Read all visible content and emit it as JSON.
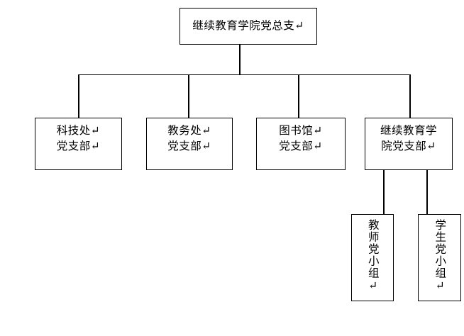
{
  "diagram": {
    "type": "organization-chart",
    "orientation": "top-down",
    "line_color": "#000000",
    "box_border_color": "#000000",
    "box_fill_color": "#ffffff",
    "background_color": "#ffffff",
    "pilcrow": "↵"
  },
  "nodes": {
    "root": {
      "id": "root",
      "label": "继续教育学院党总支↵",
      "text_plain": "继续教育学院党总支",
      "lines": [
        "继续教育学院党总支↵"
      ],
      "level": 1,
      "text_direction": "horizontal"
    },
    "keji": {
      "id": "keji",
      "label": "科技处↵\n党支部↵",
      "text_plain": "科技处党支部",
      "lines": [
        "科技处↵",
        "党支部↵"
      ],
      "level": 2,
      "text_direction": "horizontal"
    },
    "jiaowu": {
      "id": "jiaowu",
      "label": "教务处↵\n党支部↵",
      "text_plain": "教务处党支部",
      "lines": [
        "教务处↵",
        "党支部↵"
      ],
      "level": 2,
      "text_direction": "horizontal"
    },
    "tushu": {
      "id": "tushu",
      "label": "图书馆↵\n党支部↵",
      "text_plain": "图书馆党支部",
      "lines": [
        "图书馆↵",
        "党支部↵"
      ],
      "level": 2,
      "text_direction": "horizontal"
    },
    "jixu": {
      "id": "jixu",
      "label": "继续教育学\n院党支部↵",
      "text_plain": "继续教育学院党支部",
      "lines": [
        "继续教育学",
        "院党支部↵"
      ],
      "level": 2,
      "text_direction": "horizontal"
    },
    "jiaoshi": {
      "id": "jiaoshi",
      "label": "教师党小组↵",
      "text_plain": "教师党小组",
      "lines": [
        "教师党小组↵"
      ],
      "level": 3,
      "text_direction": "vertical"
    },
    "xuesheng": {
      "id": "xuesheng",
      "label": "学生党小组↵",
      "text_plain": "学生党小组",
      "lines": [
        "学生党小组↵"
      ],
      "level": 3,
      "text_direction": "vertical"
    }
  },
  "edges": [
    {
      "from": "root",
      "to": "keji"
    },
    {
      "from": "root",
      "to": "jiaowu"
    },
    {
      "from": "root",
      "to": "tushu"
    },
    {
      "from": "root",
      "to": "jixu"
    },
    {
      "from": "jixu",
      "to": "jiaoshi"
    },
    {
      "from": "jixu",
      "to": "xuesheng"
    }
  ]
}
